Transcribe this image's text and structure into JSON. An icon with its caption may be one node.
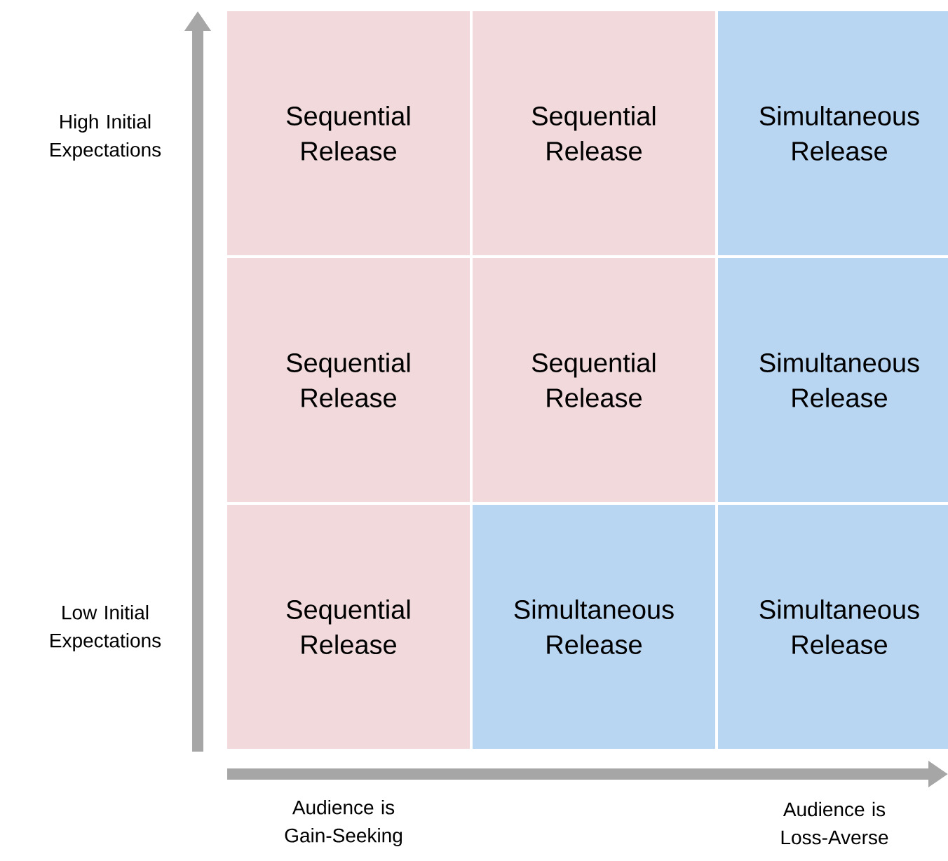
{
  "diagram": {
    "nodes": [
      {
        "text": [
          "Sequential Release"
        ]
      },
      {
        "text": [
          "Sequential Release"
        ]
      },
      {
        "text": [
          "Simultaneous Release"
        ]
      },
      {
        "text": [
          "Sequential Release"
        ]
      },
      {
        "text": [
          "Sequential Release"
        ]
      },
      {
        "text": [
          "Simultaneous Release"
        ]
      },
      {
        "text": [
          "Sequential Release"
        ]
      },
      {
        "text": [
          "Simultaneous Release"
        ]
      },
      {
        "text": [
          "Simultaneous Release"
        ]
      }
    ],
    "edges": [],
    "labels": [
      "High Initial Expectations",
      "Low Initial Expectations",
      "Audience is Gain-Seeking",
      "Audience is Loss-Averse"
    ]
  }
}
